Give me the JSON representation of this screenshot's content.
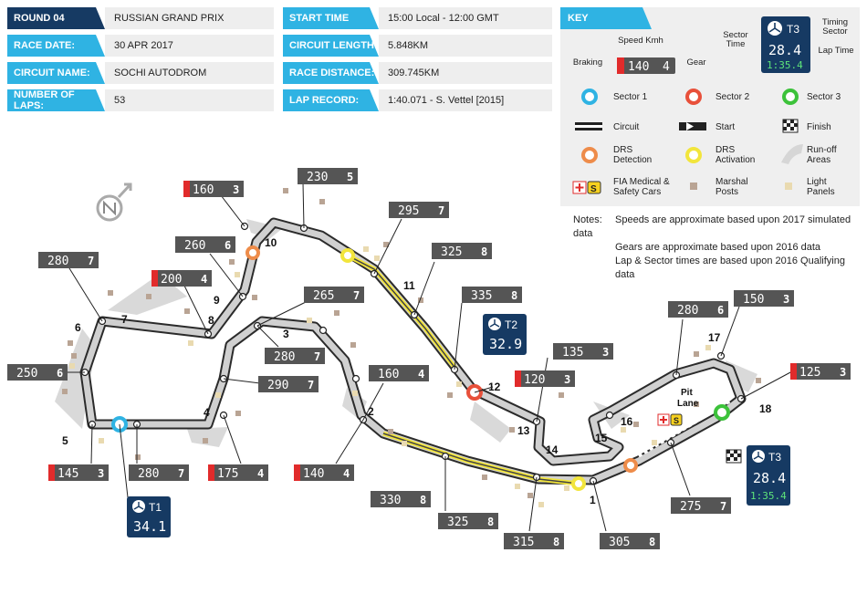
{
  "info": {
    "round": "ROUND 04",
    "race_name": "RUSSIAN GRAND PRIX",
    "race_date_label": "RACE DATE:",
    "race_date": "30 APR 2017",
    "circuit_name_label": "CIRCUIT NAME:",
    "circuit_name": "SOCHI AUTODROM",
    "laps_label": "NUMBER OF LAPS:",
    "laps": "53",
    "start_time_label": "START TIME",
    "start_time": "15:00 Local - 12:00 GMT",
    "circuit_length_label": "CIRCUIT LENGTH:",
    "circuit_length": "5.848KM",
    "race_distance_label": "RACE DISTANCE:",
    "race_distance": "309.745KM",
    "lap_record_label": "LAP RECORD:",
    "lap_record": "1:40.071 - S. Vettel [2015]"
  },
  "key": {
    "title": "KEY",
    "speed_kmh": "Speed Kmh",
    "braking": "Braking",
    "gear": "Gear",
    "sample_speed": "140",
    "sample_gear": "4",
    "sector_time": "Sector Time",
    "timing_sector": "Timing Sector",
    "lap_time": "Lap Time",
    "sample_sector": "T3",
    "sample_sector_time": "28.4",
    "sample_lap_time": "1:35.4",
    "sector1": "Sector 1",
    "sector2": "Sector 2",
    "sector3": "Sector 3",
    "circuit": "Circuit",
    "start": "Start",
    "finish": "Finish",
    "drs_detection": "DRS Detection",
    "drs_activation": "DRS Activation",
    "runoff": "Run-off Areas",
    "medical": "FIA Medical & Safety Cars",
    "marshal": "Marshal Posts",
    "light_panels": "Light Panels",
    "colors": {
      "sector1": "#2fb3e3",
      "sector2": "#e8503a",
      "sector3": "#3cc23a",
      "drs_detection": "#ee8c4a",
      "drs_activation": "#f2e53c"
    }
  },
  "notes": {
    "label": "Notes:",
    "line1": "Speeds are approximate based upon 2017 simulated data",
    "line2": "Gears are approximate based upon 2016 data",
    "line3": "Lap & Sector times are based upon 2016 Qualifying data"
  },
  "track": {
    "pit_lane": "Pit Lane",
    "turns": [
      "1",
      "2",
      "3",
      "4",
      "5",
      "6",
      "7",
      "8",
      "9",
      "10",
      "11",
      "12",
      "13",
      "14",
      "15",
      "16",
      "17",
      "18"
    ],
    "speeds": [
      {
        "speed": "160",
        "gear": "3",
        "braking": true
      },
      {
        "speed": "230",
        "gear": "5",
        "braking": false
      },
      {
        "speed": "295",
        "gear": "7",
        "braking": false
      },
      {
        "speed": "325",
        "gear": "8",
        "braking": false
      },
      {
        "speed": "260",
        "gear": "6",
        "braking": false
      },
      {
        "speed": "280",
        "gear": "7",
        "braking": false
      },
      {
        "speed": "200",
        "gear": "4",
        "braking": true
      },
      {
        "speed": "265",
        "gear": "7",
        "braking": false
      },
      {
        "speed": "335",
        "gear": "8",
        "braking": false
      },
      {
        "speed": "280",
        "gear": "7",
        "braking": false
      },
      {
        "speed": "250",
        "gear": "6",
        "braking": false
      },
      {
        "speed": "290",
        "gear": "7",
        "braking": false
      },
      {
        "speed": "160",
        "gear": "4",
        "braking": false
      },
      {
        "speed": "135",
        "gear": "3",
        "braking": false
      },
      {
        "speed": "280",
        "gear": "6",
        "braking": false
      },
      {
        "speed": "150",
        "gear": "3",
        "braking": false
      },
      {
        "speed": "120",
        "gear": "3",
        "braking": true
      },
      {
        "speed": "125",
        "gear": "3",
        "braking": true
      },
      {
        "speed": "145",
        "gear": "3",
        "braking": true
      },
      {
        "speed": "280",
        "gear": "7",
        "braking": false
      },
      {
        "speed": "175",
        "gear": "4",
        "braking": true
      },
      {
        "speed": "140",
        "gear": "4",
        "braking": true
      },
      {
        "speed": "330",
        "gear": "8",
        "braking": false
      },
      {
        "speed": "325",
        "gear": "8",
        "braking": false
      },
      {
        "speed": "315",
        "gear": "8",
        "braking": false
      },
      {
        "speed": "305",
        "gear": "8",
        "braking": false
      },
      {
        "speed": "275",
        "gear": "7",
        "braking": false
      }
    ],
    "sectors": [
      {
        "name": "T1",
        "time": "34.1"
      },
      {
        "name": "T2",
        "time": "32.9"
      },
      {
        "name": "T3",
        "time": "28.4",
        "lap": "1:35.4"
      }
    ]
  }
}
